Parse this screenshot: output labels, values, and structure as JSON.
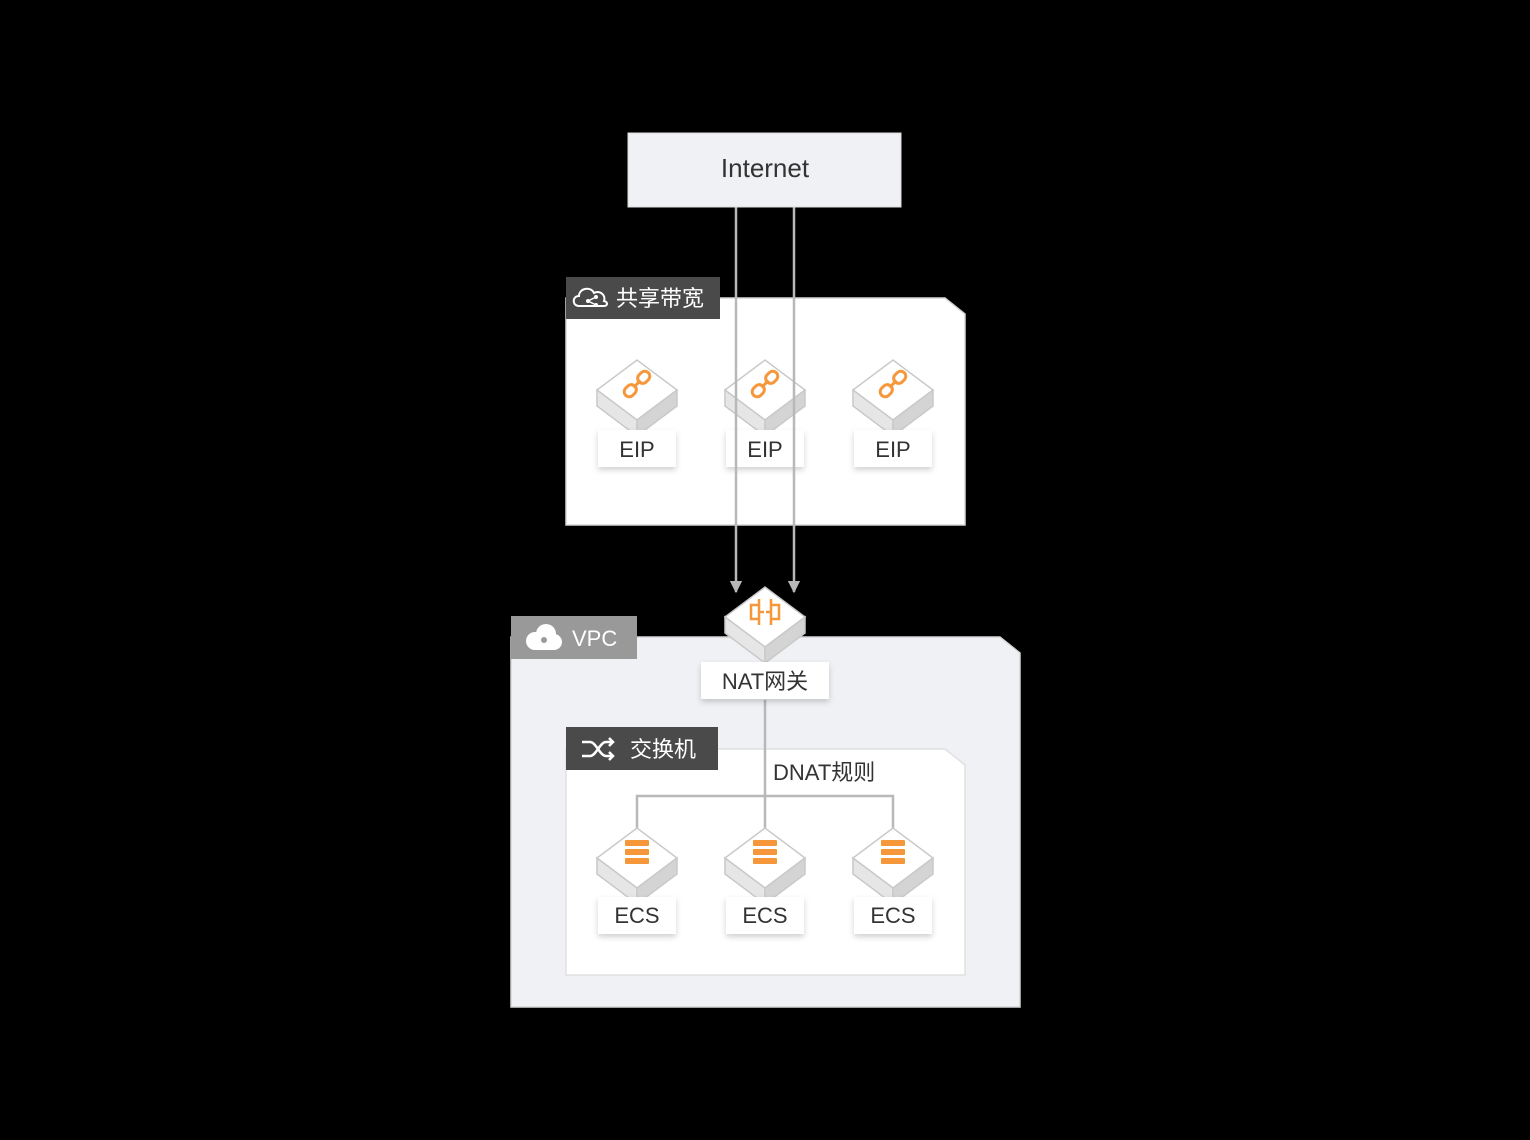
{
  "internet": {
    "label": "Internet"
  },
  "shared_bandwidth": {
    "label": "共享带宽",
    "icon": "cloud-share-icon",
    "eips": [
      {
        "label": "EIP",
        "icon": "eip-link-icon"
      },
      {
        "label": "EIP",
        "icon": "eip-link-icon"
      },
      {
        "label": "EIP",
        "icon": "eip-link-icon"
      }
    ]
  },
  "nat_gateway": {
    "label": "NAT网关",
    "icon": "nat-gateway-icon"
  },
  "vpc": {
    "label": "VPC",
    "icon": "cloud-icon"
  },
  "vswitch": {
    "label": "交换机",
    "icon": "shuffle-icon"
  },
  "dnat_rule": {
    "label": "DNAT规则"
  },
  "ecs": [
    {
      "label": "ECS",
      "icon": "server-icon"
    },
    {
      "label": "ECS",
      "icon": "server-icon"
    },
    {
      "label": "ECS",
      "icon": "server-icon"
    }
  ],
  "colors": {
    "accent": "#f5973a",
    "panel_dark": "#4a4a4a",
    "panel_gray": "#999999",
    "container_fill": "#eff1f4",
    "line": "#b8b8b8"
  }
}
